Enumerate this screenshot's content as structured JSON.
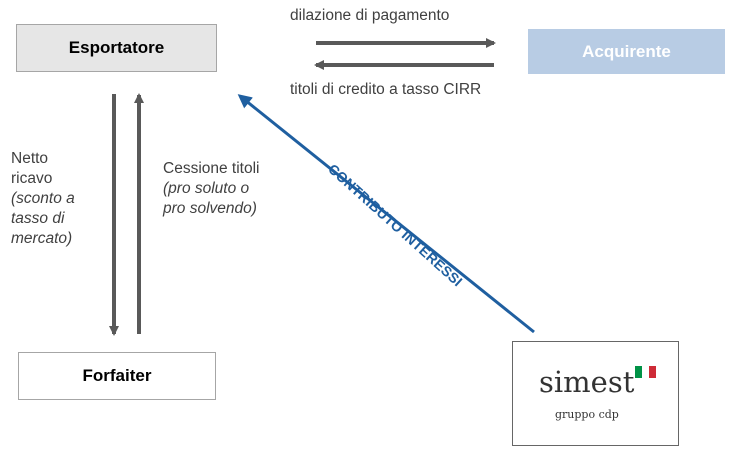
{
  "nodes": {
    "esportatore": "Esportatore",
    "acquirente": "Acquirente",
    "forfaiter": "Forfaiter",
    "simest": {
      "wordmark": "simest",
      "subtitle": "gruppo cdp"
    }
  },
  "labels": {
    "dilazione": "dilazione di pagamento",
    "titoli": "titoli di credito a tasso CIRR",
    "netto_line1": "Netto",
    "netto_line2": "ricavo",
    "netto_line3": "(sconto a",
    "netto_line4": "tasso di",
    "netto_line5": "mercato)",
    "cessione_line1": "Cessione titoli",
    "cessione_line2": "(pro soluto o",
    "cessione_line3": "pro solvendo)",
    "contributo": "CONTRIBUTO INTERESSI"
  },
  "colors": {
    "arrow_gray": "#595959",
    "arrow_blue": "#1f5fa0",
    "acquirente_fill": "#b8cce4",
    "flag": [
      "#009246",
      "#ffffff",
      "#ce2b37"
    ]
  }
}
